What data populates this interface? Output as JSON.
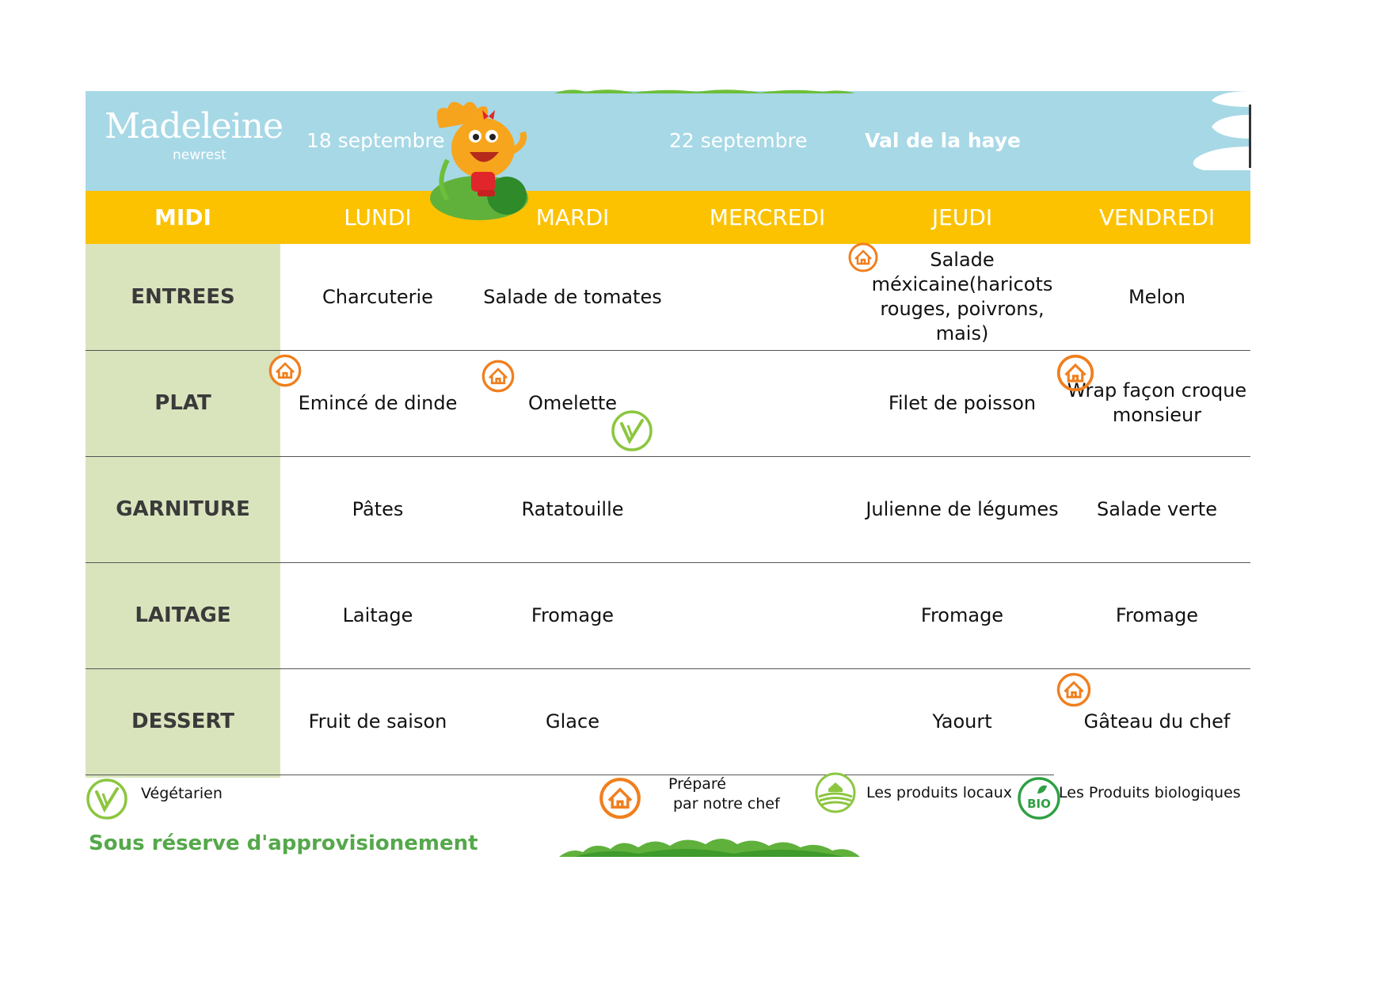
{
  "brand": {
    "name": "Madeleine",
    "sub": "newrest"
  },
  "header": {
    "date_start": "18 septembre",
    "date_end": "22 septembre",
    "site": "Val de la haye"
  },
  "days_header": [
    "MIDI",
    "LUNDI",
    "MARDI",
    "MERCREDI",
    "JEUDI",
    "VENDREDI"
  ],
  "rows": [
    {
      "label": "ENTREES",
      "cells": [
        "Charcuterie",
        "Salade de tomates",
        "",
        "Salade méxicaine(haricots rouges, poivrons, mais)",
        "Melon"
      ]
    },
    {
      "label": "PLAT",
      "cells": [
        "Emincé de dinde",
        "Omelette",
        "",
        "Filet de poisson",
        "Wrap façon croque monsieur"
      ]
    },
    {
      "label": "GARNITURE",
      "cells": [
        "Pâtes",
        "Ratatouille",
        "",
        "Julienne de légumes",
        "Salade verte"
      ]
    },
    {
      "label": "LAITAGE",
      "cells": [
        "Laitage",
        "Fromage",
        "",
        "Fromage",
        "Fromage"
      ]
    },
    {
      "label": "DESSERT",
      "cells": [
        "Fruit de saison",
        "Glace",
        "",
        "Yaourt",
        "Gâteau du chef"
      ]
    }
  ],
  "legend": {
    "vegetarian": "Végétarien",
    "chef_line1": "Préparé",
    "chef_line2": "par notre chef",
    "local": "Les produits locaux",
    "bio": "Les Produits biologiques",
    "bio_badge": "BIO"
  },
  "notice": "Sous réserve d'approvisionement",
  "icons": [
    "chef-house-icon",
    "vegetarian-v-icon",
    "local-products-icon",
    "bio-icon",
    "mascot-illustration",
    "cloud-decoration",
    "leaves-decoration"
  ],
  "colors": {
    "header_bg": "#a7d8e6",
    "day_band": "#fcc200",
    "label_col": "#d9e4bd",
    "chef_orange": "#f07f1e",
    "veg_green": "#8cc63f",
    "bio_green": "#2ea043",
    "notice_green": "#55a84b"
  }
}
